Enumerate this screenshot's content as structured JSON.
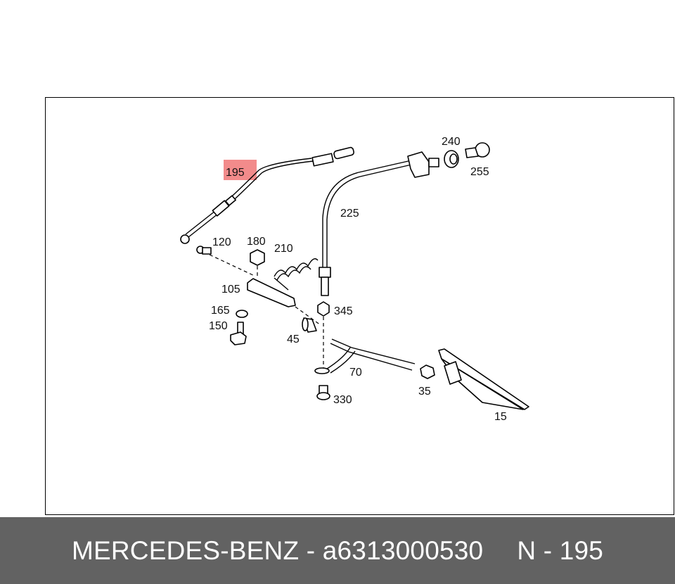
{
  "highlight_color": "#f28b8b",
  "footer_color": "#626262",
  "callouts": {
    "c195": "195",
    "c240": "240",
    "c255": "255",
    "c225": "225",
    "c120": "120",
    "c180": "180",
    "c210": "210",
    "c105": "105",
    "c165": "165",
    "c150": "150",
    "c345": "345",
    "c45": "45",
    "c70": "70",
    "c35": "35",
    "c330": "330",
    "c15": "15"
  },
  "footer": {
    "brand": "MERCEDES-BENZ",
    "separator": "-",
    "part_number": "a6313000530",
    "position": "N - 195"
  }
}
